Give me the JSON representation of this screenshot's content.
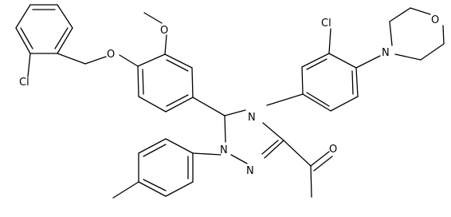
{
  "molecule": {
    "atom_labels": {
      "cl_benzyl": "Cl",
      "o_ether": "O",
      "o_methoxy": "O",
      "cl_aryl": "Cl",
      "n_morpholine": "N",
      "o_morpholine": "O",
      "n4_triazole": "N",
      "n1_triazole": "N",
      "n2_triazole": "N",
      "o_carbonyl": "O"
    },
    "colors": {
      "bond": "#000000",
      "label": "#000000",
      "background": "#ffffff"
    }
  }
}
